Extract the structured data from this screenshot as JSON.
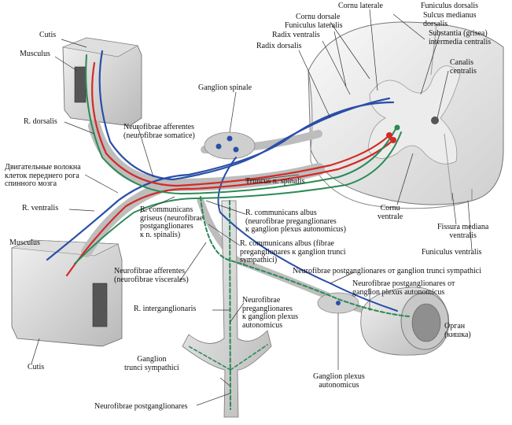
{
  "colors": {
    "efferent_motor": "#d42a26",
    "afferent_sensory": "#2a4fa8",
    "autonomic_preganglionic": "#2a8a55",
    "tissue_shade": "#c9c9c9"
  },
  "labels": {
    "funiculus_dorsalis": "Funiculus dorsalis",
    "cornu_laterale": "Cornu laterale",
    "sulcus_medianus_dorsalis": "Sulcus medianus\ndorsalis",
    "cornu_dorsale": "Cornu dorsale",
    "substantia_grisea": "Substantia (grisea)\nintermedia centralis",
    "funiculus_lateralis": "Funiculus lateralis",
    "radix_ventralis": "Radix ventralis",
    "radix_dorsalis": "Radix dorsalis",
    "canalis_centralis": "Canalis\ncentralis",
    "cutis_top": "Cutis",
    "musculus_top": "Musculus",
    "ganglion_spinale": "Ganglion spinale",
    "r_dorsalis": "R. dorsalis",
    "neurofibrae_afferentes_somatice": "Neurofibrae afferentes\n(neurofibrae somatice)",
    "motor_fibers_ru": "Двигательные волокна\nклеток переднего рога\nспинного мозга",
    "truncus_n_spinalis": "Truncus n. spinalis",
    "r_ventralis": "R. ventralis",
    "r_communicans_griseus": "R. communicans\ngriseus (neurofibrae\npostganglionares\nк n. spinalis)",
    "r_communicans_albus_1": "R. communicans albus\n(neurofibrae preganglionares\nк ganglion plexus autonomicus)",
    "cornu_ventrale": "Cornu\nventrale",
    "fissura_mediana_ventralis": "Fissura mediana\nventralis",
    "r_communicans_albus_2": "R. communicans albus (fibrae\npreganglionares к ganglion trunci\nsympathici)",
    "funiculus_ventralis": "Funiculus ventralis",
    "musculus_bottom": "Musculus",
    "neurofibrae_afferentes_viscerales": "Neurofibrae afferentes\n(neurofibrae viscerales)",
    "postgang_trunci": "Neurofibrae postganglionares от ganglion trunci sympathici",
    "postgang_plexus": "Neurofibrae postganglionares от\nganglion plexus autonomicus",
    "r_interganglionaris": "R. interganglionaris",
    "pregang_plexus": "Neurofibrae\npreganglionares\nк ganglion plexus\nautonomicus",
    "organ": "Орган\n(кишка)",
    "cutis_bottom": "Cutis",
    "ganglion_trunci": "Ganglion\ntrunci sympathici",
    "ganglion_plexus": "Ganglion plexus\nautonomicus",
    "neurofibrae_postganglionares": "Neurofibrae postganglionares"
  }
}
